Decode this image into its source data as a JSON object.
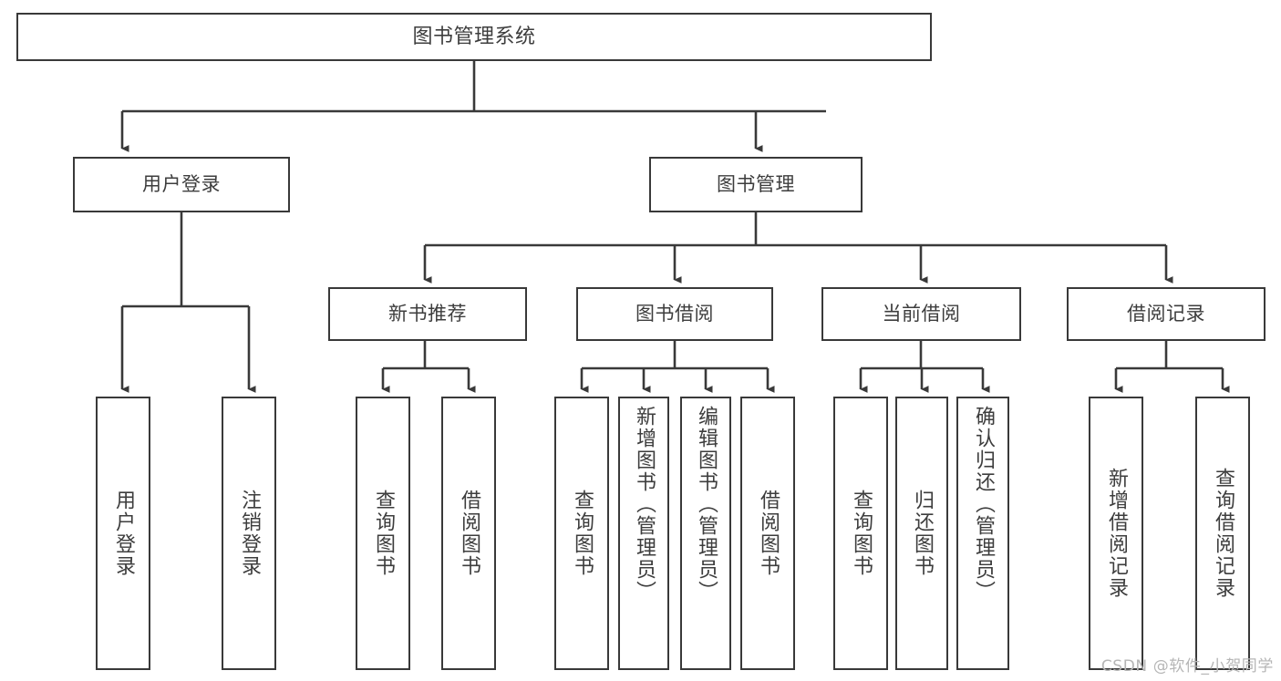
{
  "diagram": {
    "title": "图书管理系统",
    "type": "tree",
    "watermark": "CSDN @软件_小贺同学",
    "stroke_color": "#393939",
    "text_color": "#3d3d3d",
    "background_color": "#ffffff"
  },
  "nodes": {
    "root": {
      "label": "图书管理系统"
    },
    "level1": [
      {
        "label": "用户登录"
      },
      {
        "label": "图书管理"
      }
    ],
    "level2": [
      {
        "label": "新书推荐"
      },
      {
        "label": "图书借阅"
      },
      {
        "label": "当前借阅"
      },
      {
        "label": "借阅记录"
      }
    ],
    "leaves": {
      "user_login": [
        {
          "label": "用户登录"
        },
        {
          "label": "注销登录"
        }
      ],
      "new_book_recommend": [
        {
          "label": "查询图书"
        },
        {
          "label": "借阅图书"
        }
      ],
      "book_borrow": [
        {
          "label": "查询图书"
        },
        {
          "label": "新增图书（管理员）"
        },
        {
          "label": "编辑图书（管理员）"
        },
        {
          "label": "借阅图书"
        }
      ],
      "current_borrow": [
        {
          "label": "查询图书"
        },
        {
          "label": "归还图书"
        },
        {
          "label": "确认归还（管理员）"
        }
      ],
      "borrow_record": [
        {
          "label": "新增借阅记录"
        },
        {
          "label": "查询借阅记录"
        }
      ]
    }
  }
}
